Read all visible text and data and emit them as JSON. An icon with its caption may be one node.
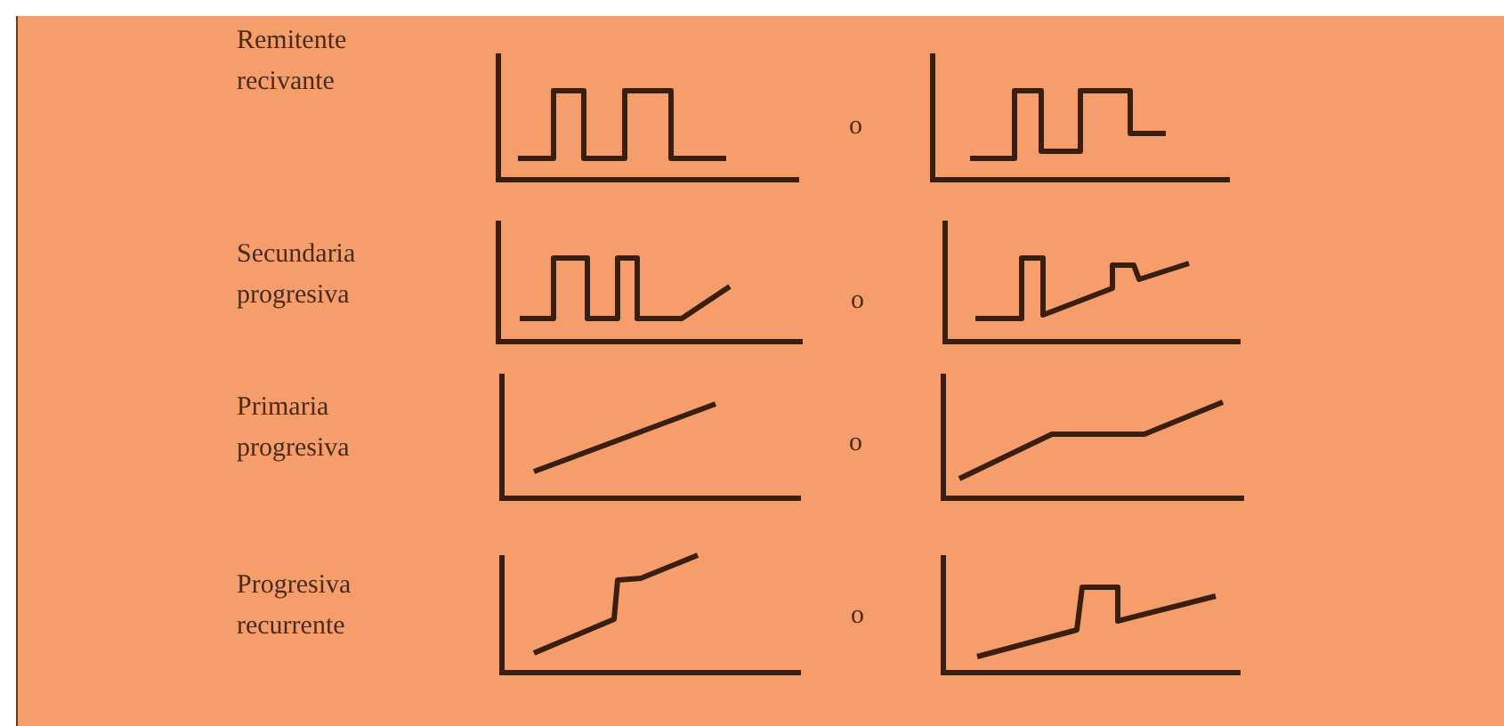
{
  "diagram": {
    "labels": [
      "Remitente recivante",
      "o",
      "Secundaria progresiva",
      "o",
      "Primaria progresiva",
      "o",
      "Progresiva recurrente",
      "o"
    ]
  }
}
